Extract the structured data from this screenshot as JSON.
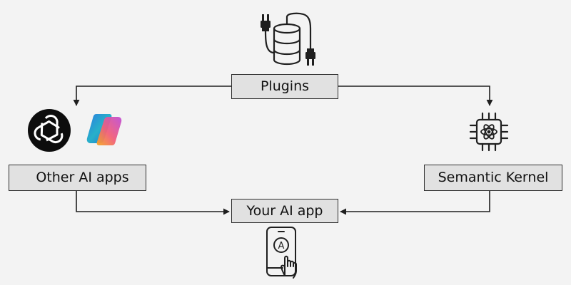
{
  "diagram": {
    "nodes": {
      "plugins": "Plugins",
      "other_apps": "Other AI apps",
      "semantic_kernel": "Semantic Kernel",
      "your_app": "Your AI app"
    },
    "phone_letter": "A",
    "icons": {
      "plugins": "database-plug-icon",
      "openai": "openai-logo-icon",
      "copilot": "copilot-logo-icon",
      "semantic_kernel": "chip-atom-icon",
      "your_app": "phone-tap-icon"
    },
    "edges": [
      {
        "from": "Plugins",
        "to": "Other AI apps"
      },
      {
        "from": "Plugins",
        "to": "Semantic Kernel"
      },
      {
        "from": "Other AI apps",
        "to": "Your AI app"
      },
      {
        "from": "Semantic Kernel",
        "to": "Your AI app"
      }
    ],
    "colors": {
      "background": "#f3f3f3",
      "box_fill": "#e1e1e1",
      "stroke": "#1f1f1f"
    }
  }
}
